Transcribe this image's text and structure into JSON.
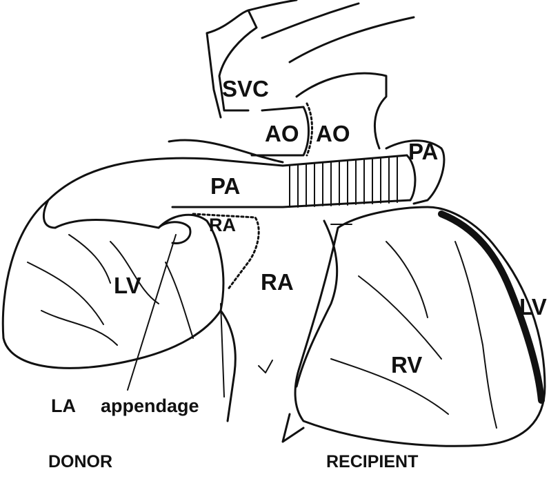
{
  "figure": {
    "labels": {
      "svc": "SVC",
      "ao_donor": "AO",
      "ao_recipient": "AO",
      "pa_donor": "PA",
      "pa_recipient": "PA",
      "ra_small": "RA",
      "ra_large": "RA",
      "lv_donor": "LV",
      "lv_recipient": "LV",
      "rv": "RV",
      "la": "LA",
      "appendage": "appendage"
    },
    "captions": {
      "donor": "DONOR",
      "recipient": "RECIPIENT"
    }
  },
  "colors": {
    "ink": "#111111",
    "paper": "#ffffff"
  }
}
